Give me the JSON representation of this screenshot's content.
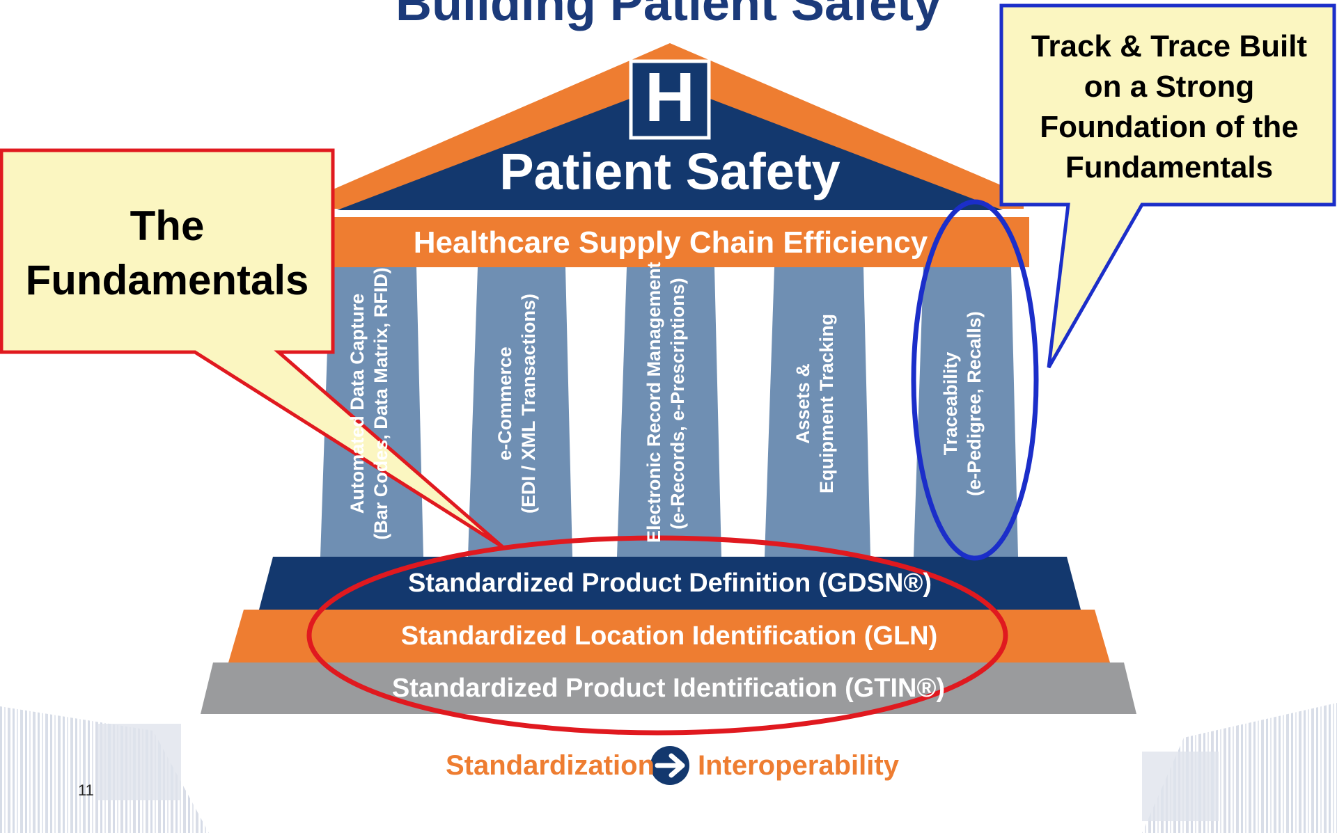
{
  "title": "Building Patient Safety",
  "roof": {
    "hospital_letter": "H",
    "heading": "Patient Safety",
    "beam": "Healthcare Supply Chain Efficiency"
  },
  "pillars": [
    {
      "line1": "Automated Data Capture",
      "line2": "(Bar Codes, Data Matrix, RFID)"
    },
    {
      "line1": "e-Commerce",
      "line2": "(EDI / XML Transactions)"
    },
    {
      "line1": "Electronic Record Management",
      "line2": "(e-Records, e-Prescriptions)"
    },
    {
      "line1": "Assets &",
      "line2": "Equipment Tracking"
    },
    {
      "line1": "Traceability",
      "line2": "(e-Pedigree, Recalls)"
    }
  ],
  "foundation": {
    "gdsn": "Standardized Product Definition (GDSN®)",
    "gln": "Standardized Location Identification (GLN)",
    "gtin": "Standardized Product Identification (GTIN®)"
  },
  "tagline": {
    "left": "Standardization",
    "right": "Interoperability"
  },
  "callouts": {
    "fundamentals": "The Fundamentals",
    "track": "Track & Trace Built on a Strong Foundation of the Fundamentals"
  },
  "slide_number": "11",
  "colors": {
    "navy": "#13386e",
    "orange": "#ee7d31",
    "pillar": "#6f8fb3",
    "gray": "#9a9b9d",
    "callout_fill": "#fbf6c1",
    "red": "#e0191f",
    "blue": "#1b2ec9"
  }
}
